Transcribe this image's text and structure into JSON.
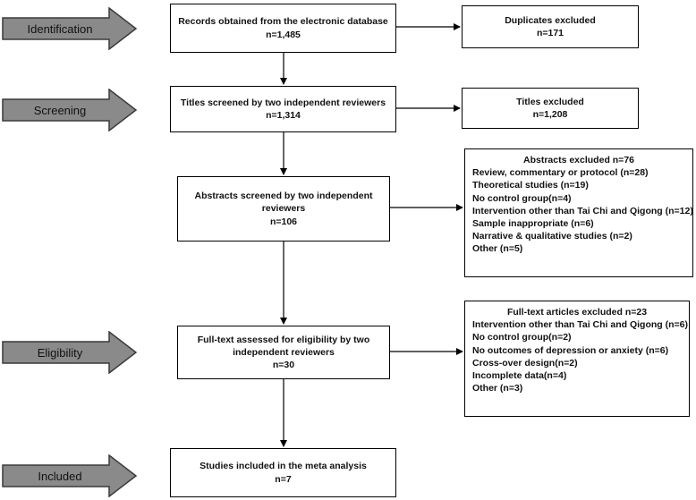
{
  "stages": [
    "Identification",
    "Screening",
    "Eligibility",
    "Included"
  ],
  "main_boxes": [
    {
      "text": "Records obtained from the electronic database",
      "count": "n=1,485"
    },
    {
      "text": "Titles screened by two independent reviewers",
      "count": "n=1,314"
    },
    {
      "text": "Abstracts screened by two independent reviewers",
      "count": "n=106"
    },
    {
      "text": "Full-text assessed for eligibility by two independent reviewers",
      "count": "n=30"
    },
    {
      "text": "Studies included in the meta analysis",
      "count": "n=7"
    }
  ],
  "side_boxes": {
    "duplicates": {
      "text": "Duplicates excluded",
      "count": "n=171"
    },
    "titles": {
      "text": "Titles excluded",
      "count": "n=1,208"
    },
    "abstracts": {
      "title": "Abstracts excluded n=76",
      "items": [
        "Review, commentary or protocol (n=28)",
        "Theoretical studies  (n=19)",
        "No control group(n=4)",
        "Intervention other than Tai Chi and Qigong (n=12)",
        "Sample inappropriate (n=6)",
        "Narrative & qualitative studies (n=2)",
        "Other (n=5)"
      ]
    },
    "fulltext": {
      "title": "Full-text articles excluded n=23",
      "items": [
        "Intervention other than Tai Chi and Qigong (n=6)",
        "No control group(n=2)",
        "No outcomes of depression or anxiety (n=6)",
        "Cross-over design(n=2)",
        "Incomplete data(n=4)",
        "Other (n=3)"
      ]
    }
  },
  "colors": {
    "arrow_fill": "#8a8a8a",
    "arrow_stroke": "#3a3a3a",
    "border": "#000000"
  }
}
